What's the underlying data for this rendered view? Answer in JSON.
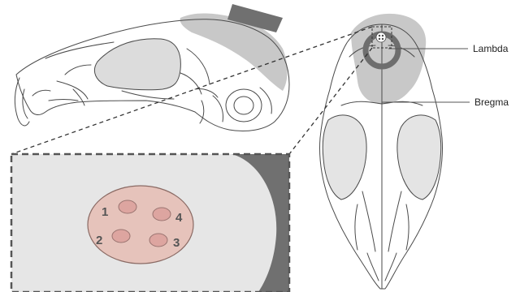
{
  "colors": {
    "bone_line": "#4a4a4a",
    "cap_fill": "#c8c8c8",
    "implant_fill": "#707070",
    "inset_background": "#e6e6e6",
    "inset_border": "#555555",
    "craniotomy_fill": "#e6c3bb",
    "craniotomy_stroke": "#8a6a64",
    "site_fill": "#dda5a0",
    "ring": "#6e6e6e"
  },
  "labels": {
    "lambda": "Lambda",
    "bregma": "Bregma"
  },
  "sites": [
    {
      "number": "1"
    },
    {
      "number": "2"
    },
    {
      "number": "3"
    },
    {
      "number": "4"
    }
  ],
  "icons": {
    "lateral": "skull-lateral-icon",
    "dorsal": "skull-dorsal-icon",
    "implant": "headplate-icon"
  }
}
